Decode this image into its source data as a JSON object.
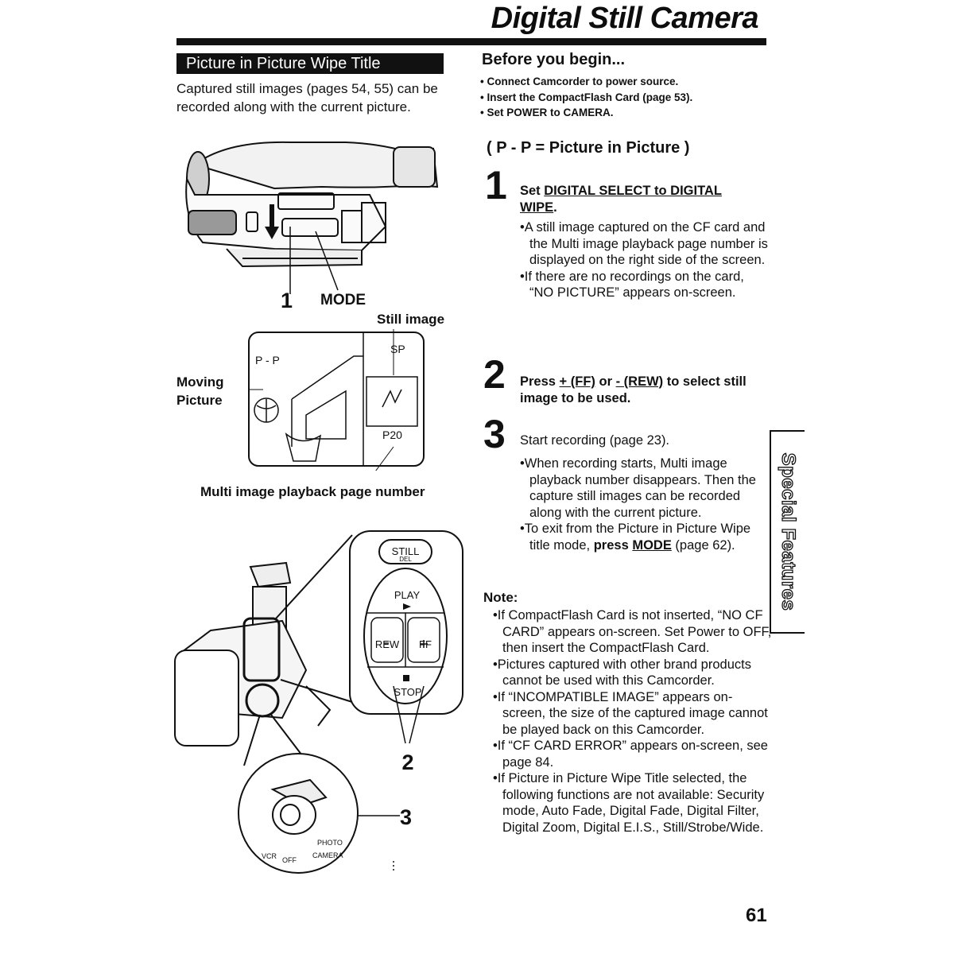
{
  "page_title": "Digital Still Camera",
  "section_title": "Picture in Picture Wipe Title",
  "intro": "Captured still images (pages 54, 55) can be recorded along with the current picture.",
  "before": {
    "heading": "Before you begin...",
    "items": [
      "Connect Camcorder to power source.",
      "Insert the CompactFlash Card (page 53).",
      "Set POWER to CAMERA."
    ]
  },
  "pp_heading": "( P - P = Picture in Picture )",
  "steps": [
    {
      "num": "1",
      "pre": "Set ",
      "link": "DIGITAL SELECT to DIGITAL WIPE",
      "post": ".",
      "bullets": [
        "A still image captured on the CF card  and the Multi image playback page number is displayed on the right side of the screen.",
        "If there are no recordings on the card, “NO PICTURE” appears on-screen."
      ]
    },
    {
      "num": "2",
      "p1": "Press ",
      "k1": "+ (FF)",
      "p2": " or ",
      "k2": "- (REW)",
      "p3": " to select still image to be used."
    },
    {
      "num": "3",
      "text": "Start recording (page 23).",
      "bullets": [
        "When recording starts, Multi image playback number disappears. Then the capture still images can be recorded along with the current picture."
      ],
      "exit_pre": "To exit from the Picture in Picture Wipe title mode, ",
      "exit_bold": "press ",
      "exit_key": "MODE",
      "exit_post": " (page 62)."
    }
  ],
  "note": {
    "heading": "Note:",
    "items": [
      "If CompactFlash Card is not inserted, “NO CF CARD” appears on-screen. Set Power to OFF, then insert the CompactFlash Card.",
      "Pictures captured with other brand products cannot be used with this Camcorder.",
      "If “INCOMPATIBLE IMAGE” appears on-screen, the size of the captured image cannot be played back on this Camcorder.",
      "If “CF CARD ERROR” appears on-screen, see page 84.",
      "If Picture in Picture Wipe Title selected, the following functions are not available: Security mode, Auto Fade, Digital Fade, Digital Filter, Digital Zoom, Digital E.I.S., Still/Strobe/Wide."
    ]
  },
  "side_tab": "Special Features",
  "page_number": "61",
  "figure_top": {
    "callout_1": "1",
    "callout_mode": "MODE"
  },
  "figure_screen": {
    "still_image": "Still image",
    "moving_picture_1": "Moving",
    "moving_picture_2": "Picture",
    "pp": "P - P",
    "sp": "SP",
    "p20": "P20",
    "multi_caption": "Multi image playback page number"
  },
  "figure_bottom": {
    "still": "STILL",
    "del": "DEL",
    "play": "PLAY",
    "rew": "REW",
    "ff": "FF",
    "stop": "STOP",
    "callout_2": "2",
    "callout_3": "3",
    "vcr": "VCR",
    "off": "OFF",
    "photo": "PHOTO",
    "camera": "CAMERA"
  }
}
